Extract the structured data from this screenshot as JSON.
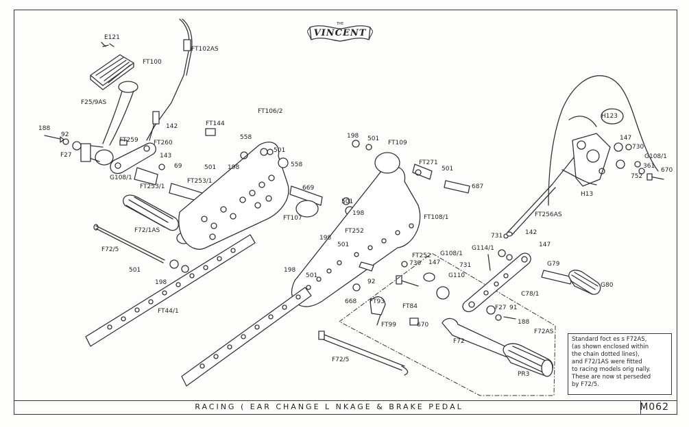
{
  "logo": {
    "brand": "VINCENT",
    "prefix": "THE"
  },
  "footer": {
    "title": "RACING ( EAR CHANGE L NKAGE & BRAKE PEDAL",
    "drawing_code": "M062"
  },
  "note": {
    "lines": [
      "Standard foct es s F72AS,",
      "(as shown enclosed within",
      "the chain dotted lines),",
      "and F72/1AS were fitted",
      "to racing models orig nally.",
      "These are now st perseded",
      "by F72/5."
    ]
  },
  "part_labels": {
    "e121": "E121",
    "ft100": "FT100",
    "ft102as": "FT102AS",
    "f25_9as": "F25/9AS",
    "p188_left": "188",
    "p92_left": "92",
    "f27_left": "F27",
    "ft259": "FT259",
    "ft260": "FT260",
    "p142_top": "142",
    "ft144": "FT144",
    "p143": "143",
    "p69": "69",
    "g108_1_left": "G108/1",
    "ft253_1_a": "FT253/1",
    "ft253_1_b": "FT253/1",
    "p501_a": "501",
    "p198_a": "198",
    "p558_a": "558",
    "ft106_2": "FT106/2",
    "p501_b": "501",
    "p558_b": "558",
    "p669": "669",
    "ft107": "FT107",
    "p501_c": "501",
    "p198_c": "198",
    "f72_1as": "F72/1AS",
    "f72_5_top": "F72/5",
    "p501_d": "501",
    "p198_d": "198",
    "ft44_1": "FT44/1",
    "p198_e": "198",
    "p501_e": "501",
    "ft109": "FT109",
    "ft271": "FT271",
    "p501_f": "501",
    "p687": "687",
    "ft108_1": "FT108/1",
    "ft252": "FT252",
    "p198_g": "198",
    "p501_g": "501",
    "p198_h": "198",
    "p501_h": "501",
    "p730_a": "730",
    "ft252_b": "FT252",
    "p147_a": "147",
    "g108_1_mid": "G108/1",
    "g110": "G110",
    "p731_a": "731",
    "p92_mid": "92",
    "ft93": "FT93",
    "p668": "668",
    "ft84": "FT84",
    "ft99": "FT99",
    "p670_a": "670",
    "f72_5_bottom": "F72/5",
    "f72": "F72",
    "f72as": "F72AS",
    "pr3": "PR3",
    "g114_1": "G114/1",
    "p731_b": "731",
    "p142_right": "142",
    "p147_b": "147",
    "g79": "G79",
    "g80": "G80",
    "c78_1": "C78/1",
    "f27_right": "F27",
    "p91": "91",
    "p188_right": "188",
    "ft256as": "FT256AS",
    "h13": "H13",
    "h123": "H123",
    "p147_c": "147",
    "p730_b": "730",
    "g108_1_right": "G108/1",
    "p361": "361",
    "p752": "752",
    "p670_b": "670"
  },
  "icons": {
    "logo": "vincent-scroll-logo",
    "parts": [
      "brake-pedal",
      "gear-pedal-rubber",
      "footrest-rubber",
      "footrest-plate",
      "linkage-rod",
      "knurled-footrest",
      "cable",
      "bolt",
      "washer",
      "nut"
    ]
  }
}
